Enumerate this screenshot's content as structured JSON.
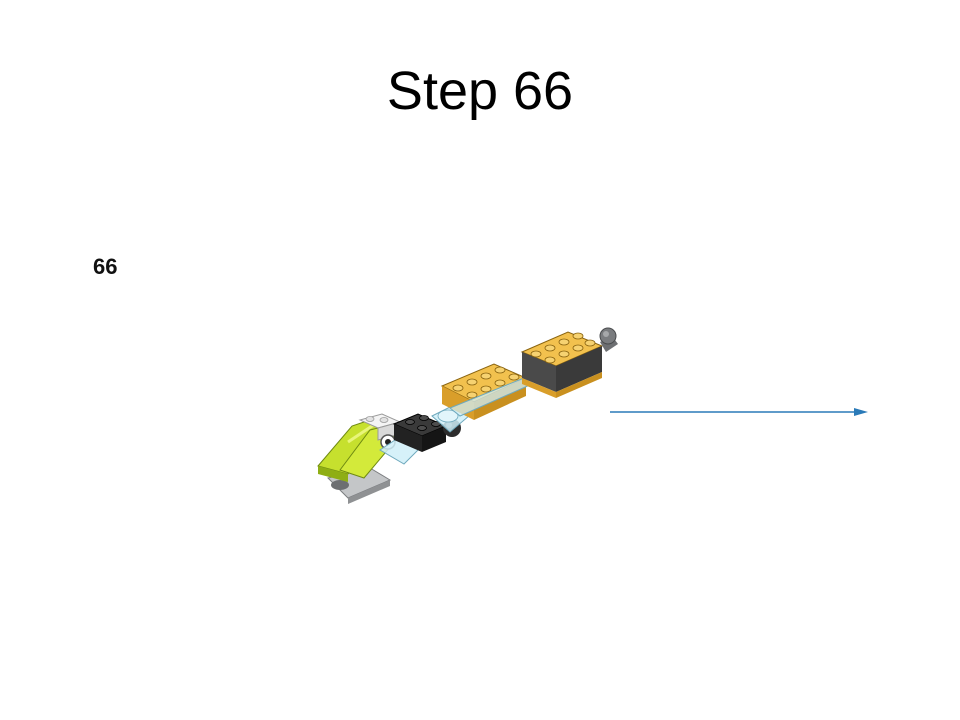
{
  "slide": {
    "title": "Step 66",
    "step_number": "66"
  },
  "colors": {
    "background": "#ffffff",
    "arrow": "#2a7ab8",
    "brick_yellow": "#e7b13f",
    "brick_lime": "#b9d720",
    "brick_black": "#1b1b1b",
    "brick_clear": "#bfe6f2",
    "plate_grey": "#a3a6a8"
  },
  "icons": {
    "model": "lego-assembly-illustration",
    "arrow": "right-arrow-icon"
  }
}
